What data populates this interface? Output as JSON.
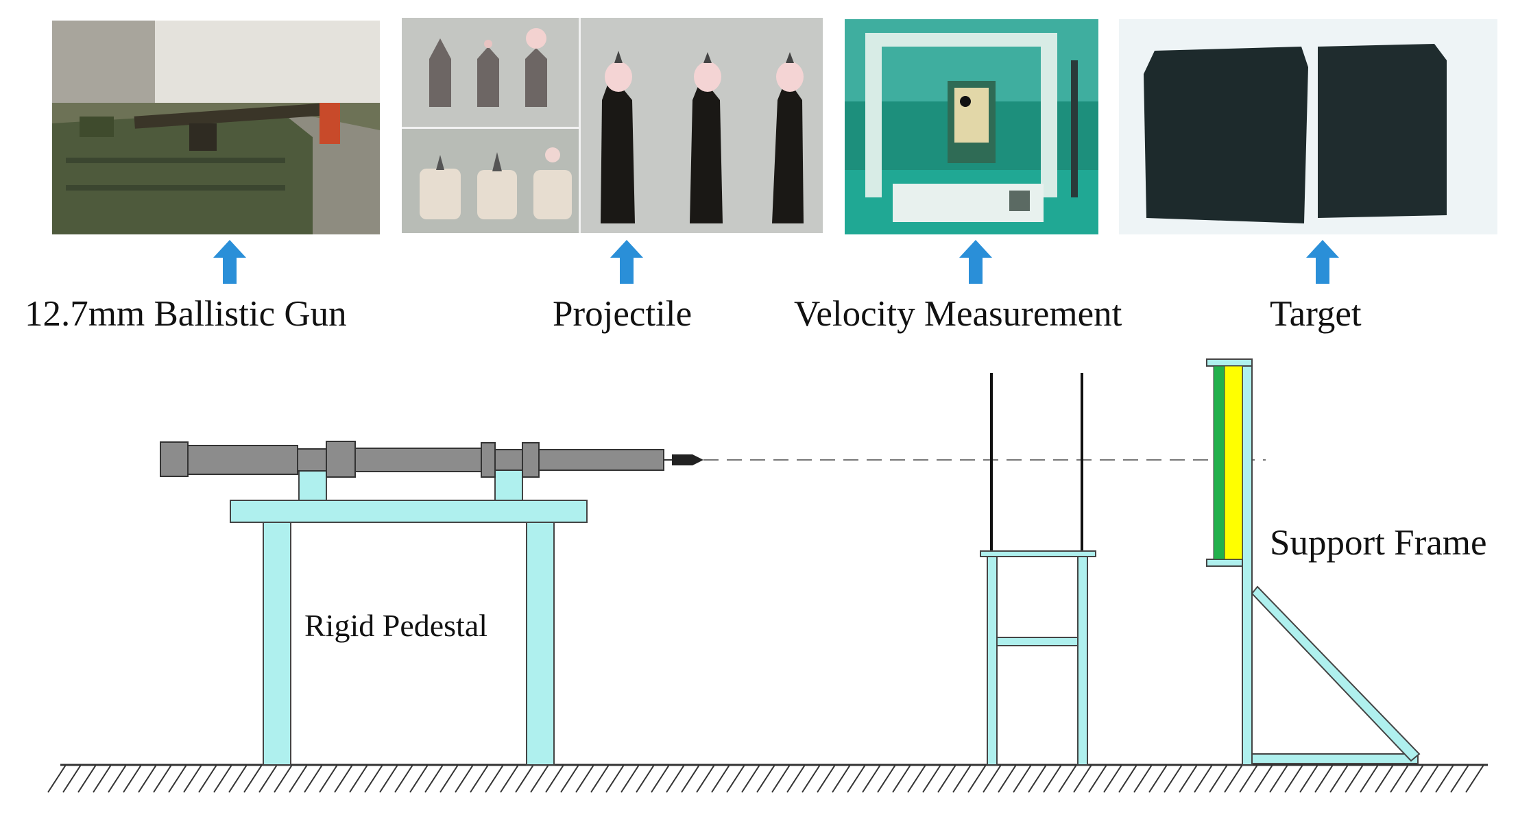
{
  "captions": {
    "gun": "12.7mm Ballistic Gun",
    "projectile": "Projectile",
    "velocity": "Velocity Measurement",
    "target": "Target"
  },
  "labels": {
    "pedestal": "Rigid Pedestal",
    "support_frame": "Support Frame"
  },
  "colors": {
    "pedestal_fill": "#aff0ee",
    "gun_fill": "#8c8c8c",
    "target_yellow": "#ffff00",
    "target_green": "#22b14c",
    "arrow_blue": "#2a8fd8"
  }
}
